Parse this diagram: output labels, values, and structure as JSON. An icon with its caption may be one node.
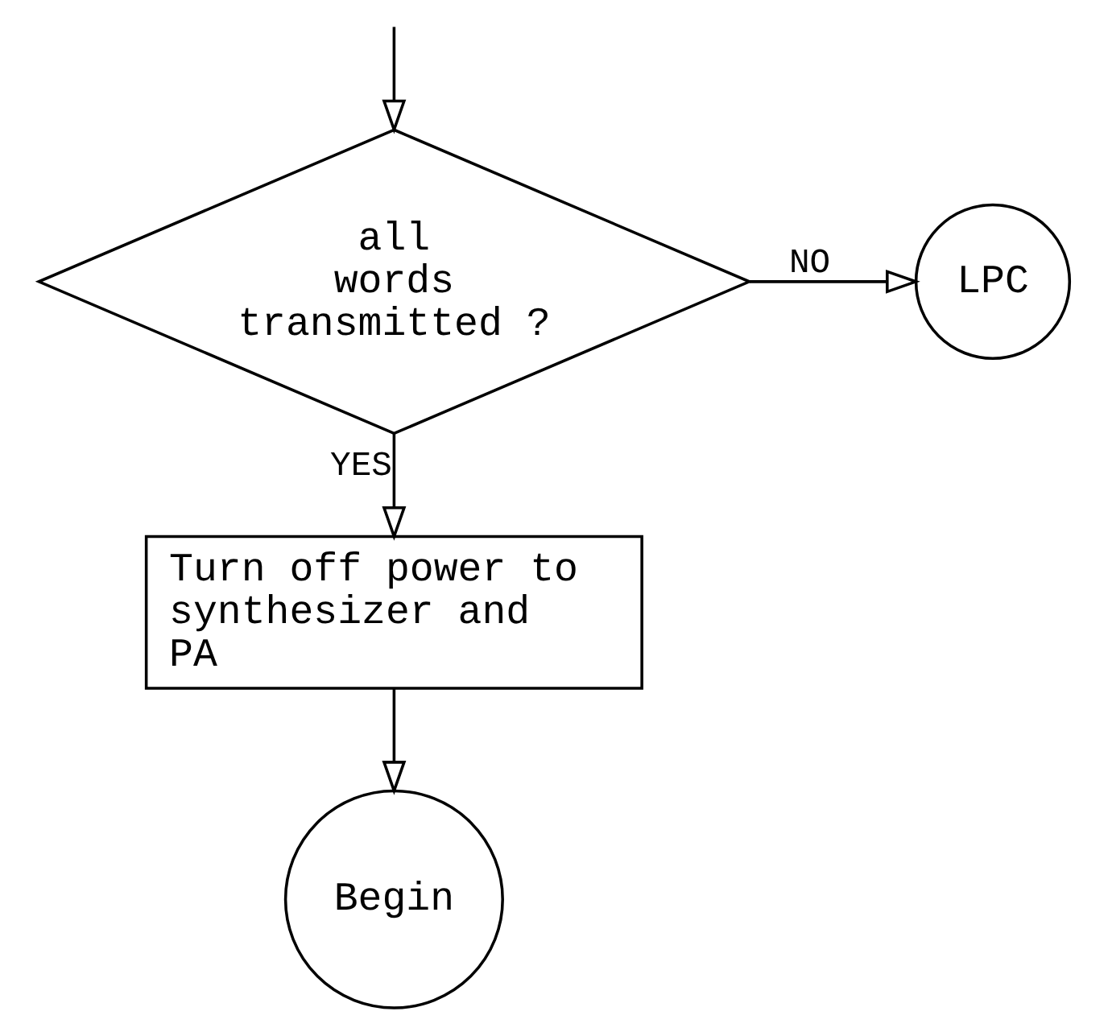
{
  "diagram": {
    "nodes": [
      {
        "text": [
          "all words transmitted ?"
        ]
      },
      {
        "text": [
          "LPC"
        ]
      },
      {
        "text": [
          "Turn off power to synthesizer and PA"
        ]
      },
      {
        "text": [
          "Begin"
        ]
      }
    ],
    "edges": [
      {
        "from": null,
        "to": 0,
        "arrow": "to"
      },
      {
        "from": 0,
        "to": 1,
        "arrow": "to",
        "label": "NO"
      },
      {
        "from": 0,
        "to": 2,
        "arrow": "to",
        "label": "YES"
      },
      {
        "from": 2,
        "to": 3,
        "arrow": "to"
      }
    ]
  }
}
